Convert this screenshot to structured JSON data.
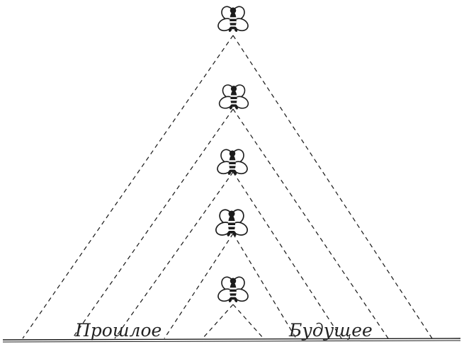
{
  "labels": {
    "past": "Прошлое",
    "future": "Будущее"
  },
  "bees": [
    {
      "name": "bee-icon-top"
    },
    {
      "name": "bee-icon-2"
    },
    {
      "name": "bee-icon-3"
    },
    {
      "name": "bee-icon-4"
    },
    {
      "name": "bee-icon-bottom"
    }
  ]
}
